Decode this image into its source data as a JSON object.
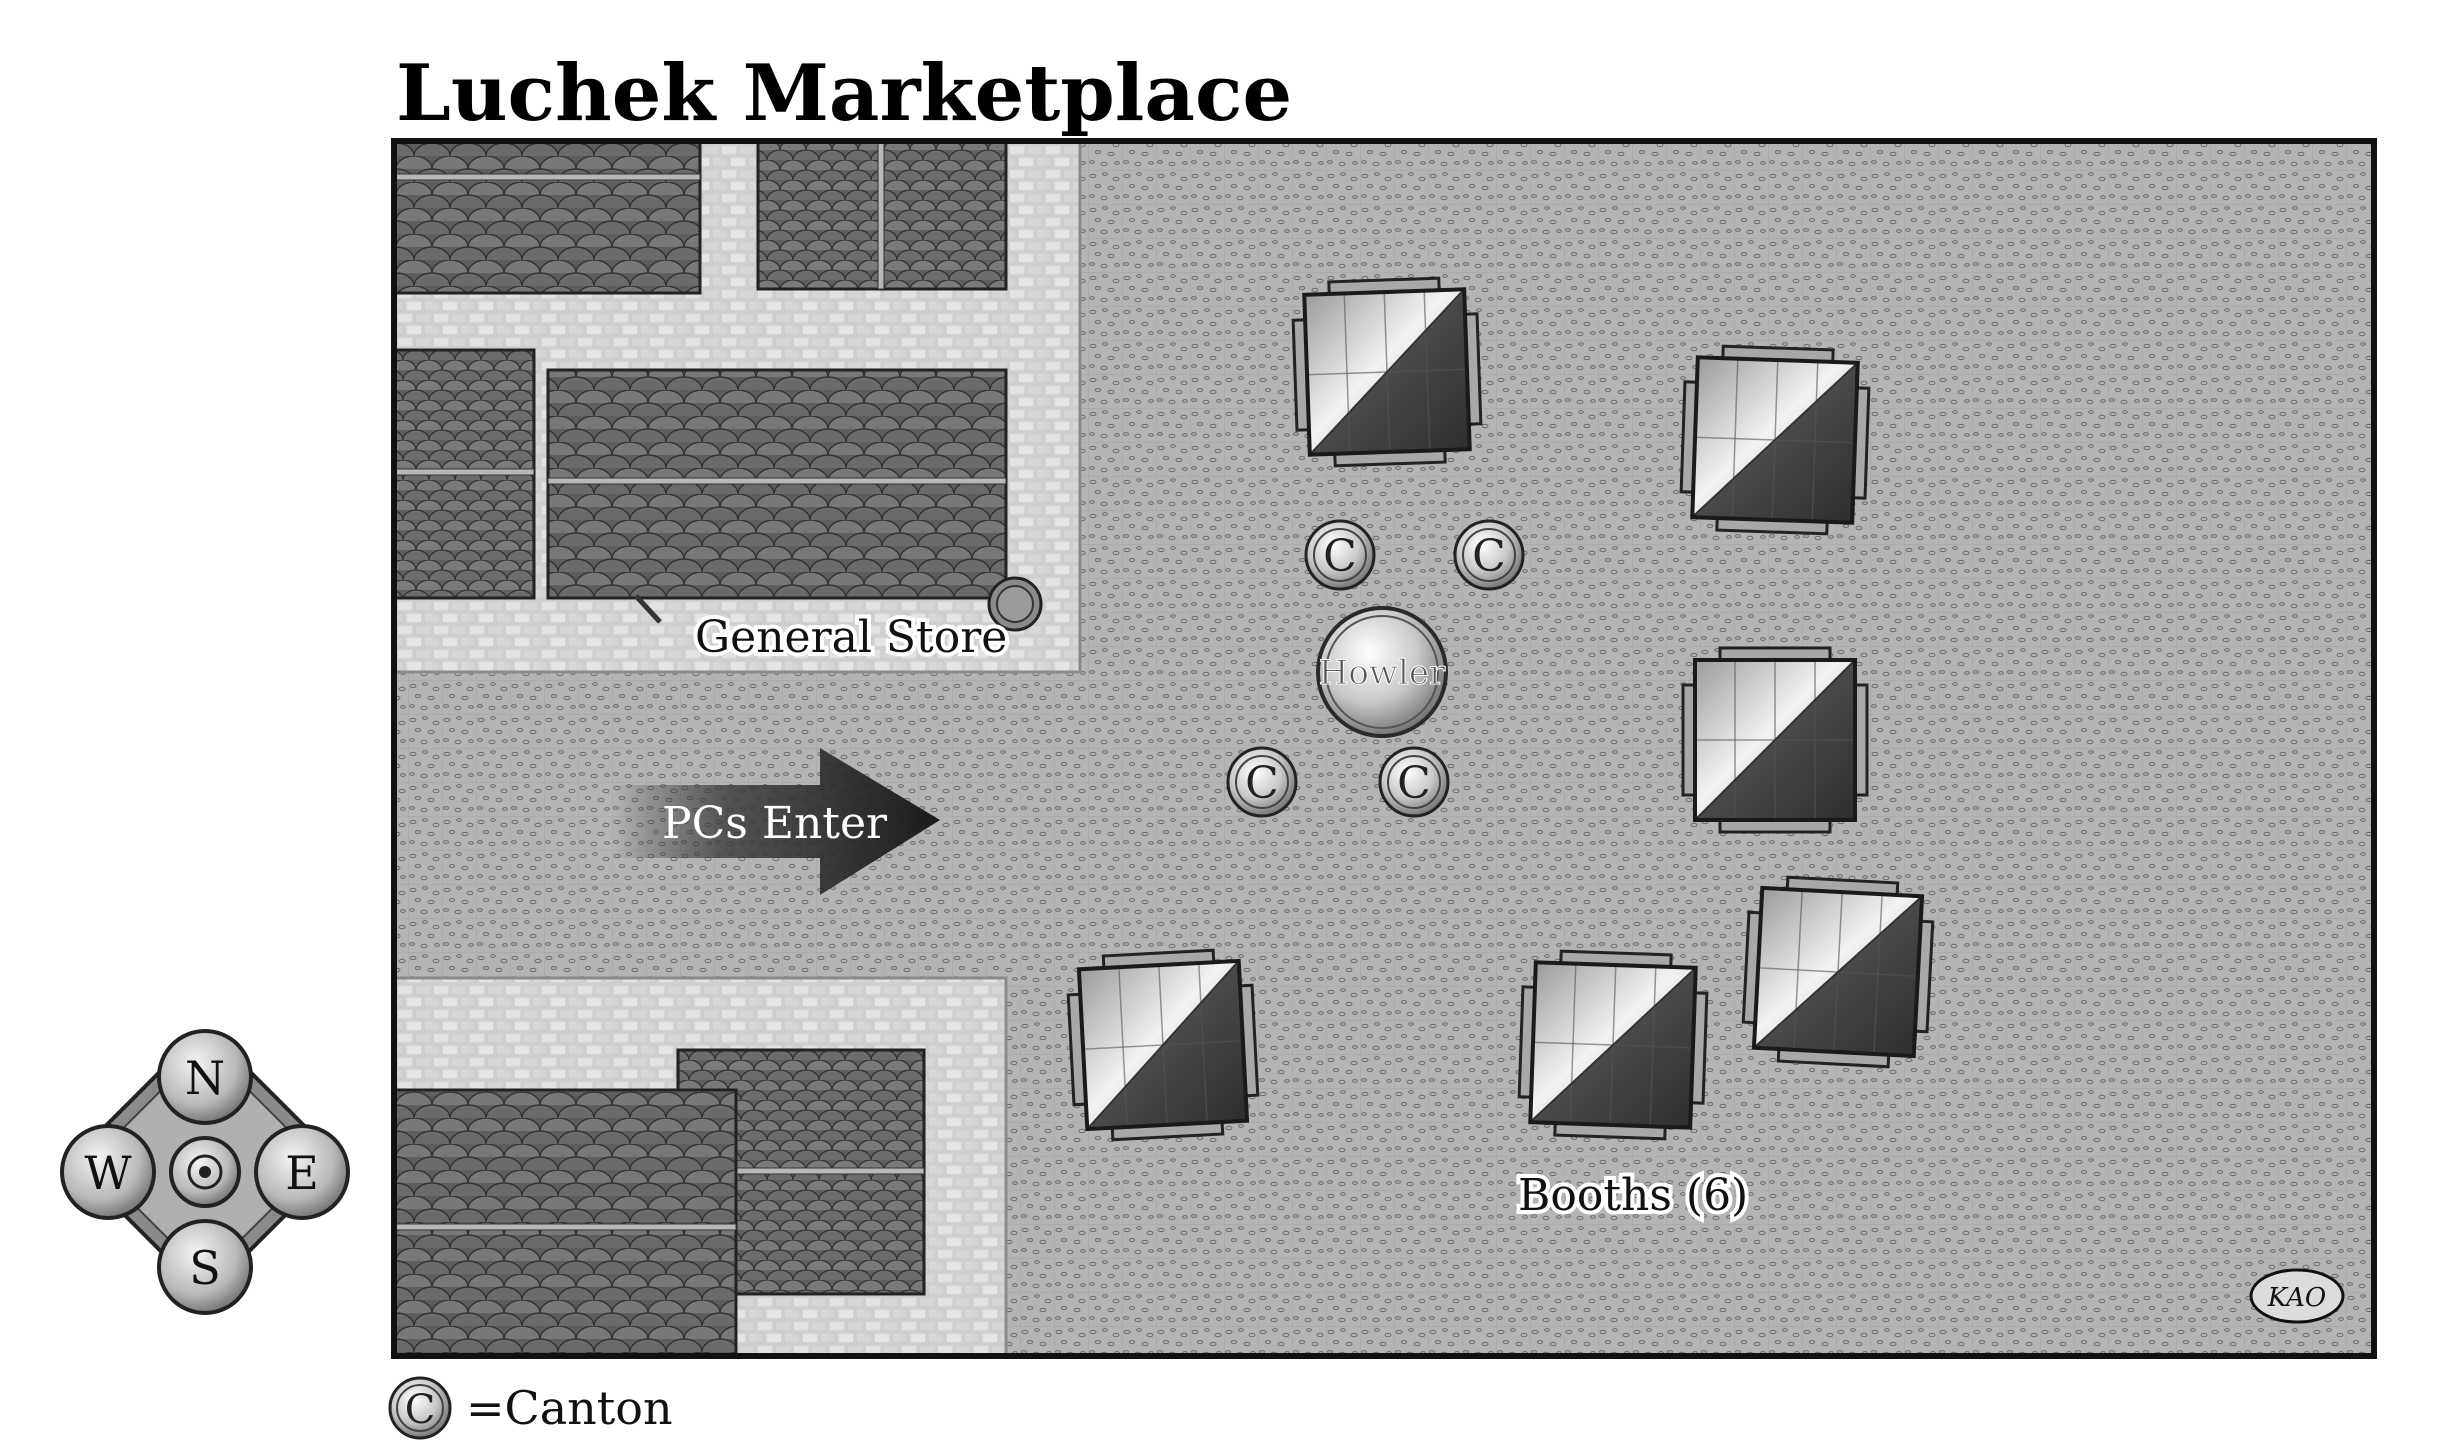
{
  "title": "Luchek Marketplace",
  "labels": {
    "general_store": "General Store",
    "pcs_enter": "PCs Enter",
    "howler": "Howler",
    "booths": "Booths (6)"
  },
  "canton": {
    "symbol": "C",
    "legend_text": "=Canton"
  },
  "compass": {
    "north": "N",
    "east": "E",
    "south": "S",
    "west": "W"
  },
  "signature": "KAO",
  "colors": {
    "ground": "#b4b4b4",
    "pavement": "#d8d8d8",
    "roof": "#6e6e6e",
    "outline": "#1a1a1a"
  }
}
